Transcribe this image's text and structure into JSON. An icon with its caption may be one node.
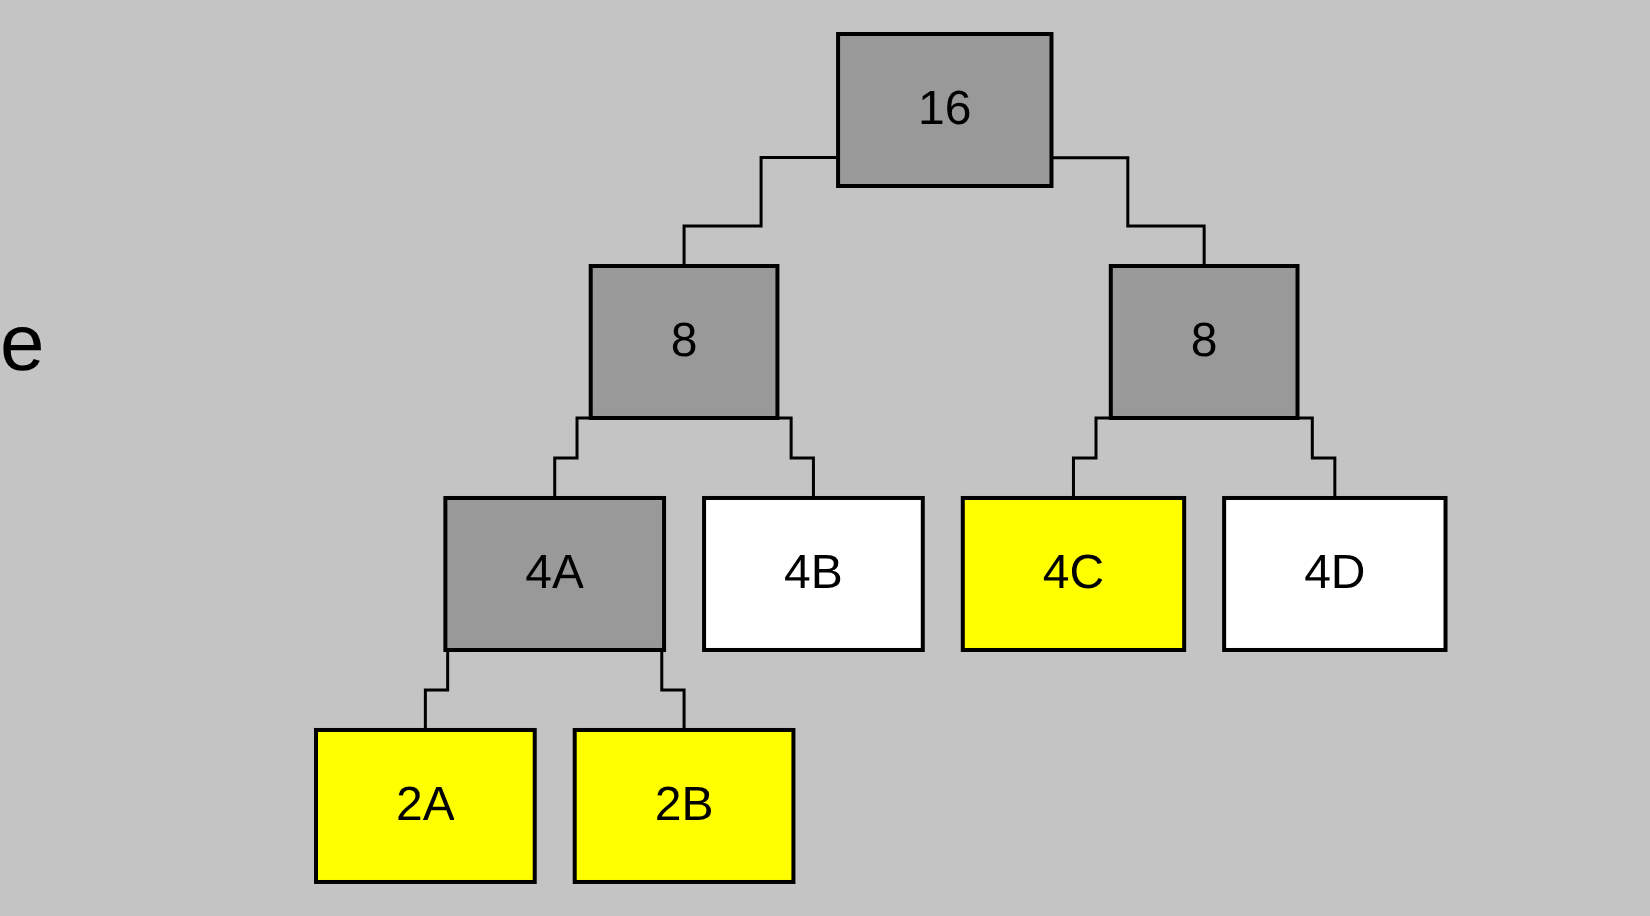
{
  "diagram": {
    "nodes": [
      {
        "text": [
          "16"
        ]
      },
      {
        "text": [
          "8"
        ]
      },
      {
        "text": [
          "8"
        ]
      },
      {
        "text": [
          "4A"
        ]
      },
      {
        "text": [
          "4B"
        ]
      },
      {
        "text": [
          "4C"
        ]
      },
      {
        "text": [
          "4D"
        ]
      },
      {
        "text": [
          "2A"
        ]
      },
      {
        "text": [
          "2B"
        ]
      }
    ],
    "edges": [
      {
        "from": 0,
        "to": 1,
        "arrow": "none"
      },
      {
        "from": 0,
        "to": 2,
        "arrow": "none"
      },
      {
        "from": 1,
        "to": 3,
        "arrow": "none"
      },
      {
        "from": 1,
        "to": 4,
        "arrow": "none"
      },
      {
        "from": 2,
        "to": 5,
        "arrow": "none"
      },
      {
        "from": 2,
        "to": 6,
        "arrow": "none"
      },
      {
        "from": 3,
        "to": 7,
        "arrow": "none"
      },
      {
        "from": 3,
        "to": 8,
        "arrow": "none"
      }
    ],
    "labels": [
      "e"
    ]
  }
}
